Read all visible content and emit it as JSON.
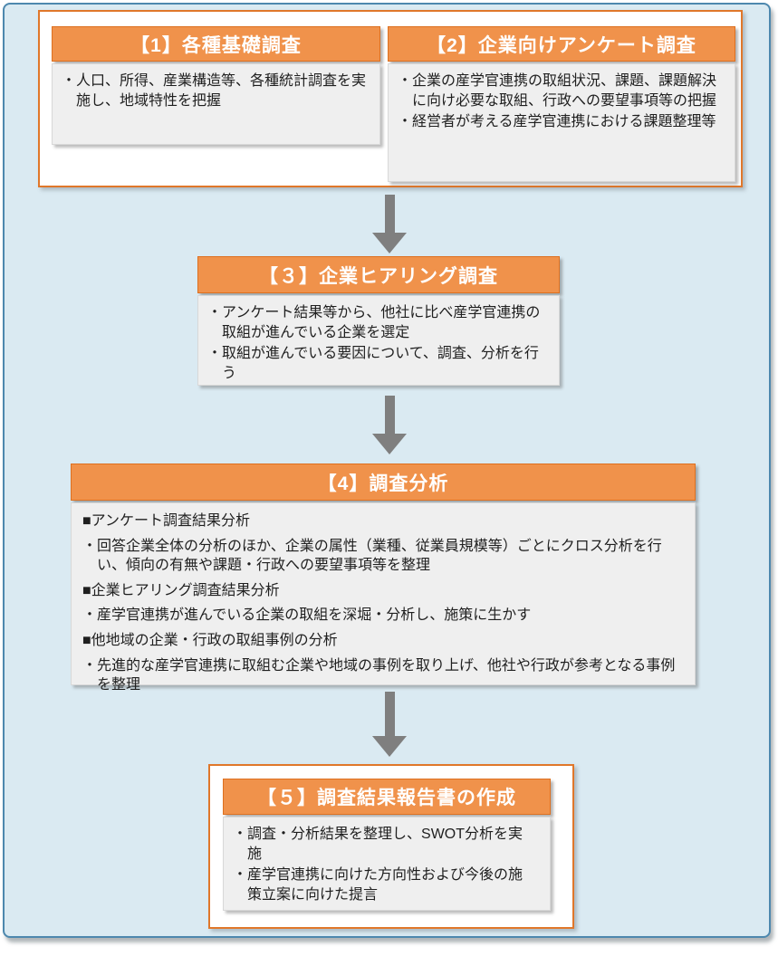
{
  "theme": {
    "page_background": "#ffffff",
    "panel_fill": "#daeaf2",
    "panel_border": "#4d88ae",
    "container_border": "#e0772a",
    "header_fill": "#f0924b",
    "header_border": "#dd7020",
    "header_text": "#ffffff",
    "body_fill": "#efefef",
    "body_border": "#d8d8d8",
    "body_text": "#1f1f1f",
    "arrow_color": "#7f7f7f"
  },
  "steps": [
    {
      "title": "【1】各種基礎調査",
      "items": [
        {
          "marker": "・",
          "text": "人口、所得、産業構造等、各種統計調査を実施し、地域特性を把握"
        }
      ]
    },
    {
      "title": "【2】企業向けアンケート調査",
      "items": [
        {
          "marker": "・",
          "text": "企業の産学官連携の取組状況、課題、課題解決に向け必要な取組、行政への要望事項等の把握"
        },
        {
          "marker": "・",
          "text": "経営者が考える産学官連携における課題整理等"
        }
      ]
    },
    {
      "title": "【３】企業ヒアリング調査",
      "items": [
        {
          "marker": "・",
          "text": "アンケート結果等から、他社に比べ産学官連携の取組が進んでいる企業を選定"
        },
        {
          "marker": "・",
          "text": "取組が進んでいる要因について、調査、分析を行う"
        }
      ]
    },
    {
      "title": "【4】調査分析",
      "items": [
        {
          "marker": "■",
          "text": "アンケート調査結果分析"
        },
        {
          "marker": "・",
          "text": "回答企業全体の分析のほか、企業の属性（業種、従業員規模等）ごとにクロス分析を行い、傾向の有無や課題・行政への要望事項等を整理"
        },
        {
          "marker": "■",
          "text": "企業ヒアリング調査結果分析"
        },
        {
          "marker": "・",
          "text": "産学官連携が進んでいる企業の取組を深堀・分析し、施策に生かす"
        },
        {
          "marker": "■",
          "text": "他地域の企業・行政の取組事例の分析"
        },
        {
          "marker": "・",
          "text": "先進的な産学官連携に取組む企業や地域の事例を取り上げ、他社や行政が参考となる事例を整理"
        }
      ]
    },
    {
      "title": "【５】調査結果報告書の作成",
      "items": [
        {
          "marker": "・",
          "text": "調査・分析結果を整理し、SWOT分析を実施"
        },
        {
          "marker": "・",
          "text": "産学官連携に向けた方向性および今後の施策立案に向けた提言"
        }
      ]
    }
  ]
}
